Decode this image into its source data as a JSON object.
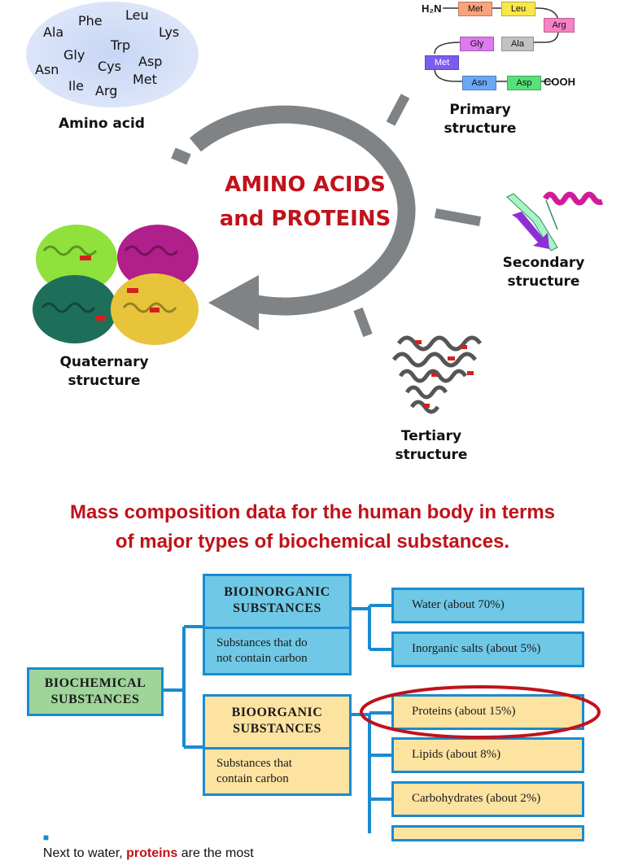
{
  "cycle": {
    "title_line1": "AMINO ACIDS",
    "title_line2": "and PROTEINS",
    "amino_acid_label": "Amino acid",
    "amino_acids": [
      "Phe",
      "Leu",
      "Ala",
      "Lys",
      "Trp",
      "Gly",
      "Asp",
      "Asn",
      "Cys",
      "Met",
      "Ile",
      "Arg"
    ],
    "primary": {
      "label_line1": "Primary",
      "label_line2": "structure",
      "n_terminus": "H₂N",
      "c_terminus": "COOH",
      "residues": [
        "Met",
        "Leu",
        "Arg",
        "Gly",
        "Ala",
        "Met",
        "Asn",
        "Asp"
      ]
    },
    "secondary": {
      "label_line1": "Secondary",
      "label_line2": "structure"
    },
    "tertiary": {
      "label_line1": "Tertiary",
      "label_line2": "structure"
    },
    "quaternary": {
      "label_line1": "Quaternary",
      "label_line2": "structure"
    }
  },
  "composition": {
    "heading_line1": "Mass composition data for the human body in terms",
    "heading_line2": "of major types of biochemical substances.",
    "root": {
      "line1": "BIOCHEMICAL",
      "line2": "SUBSTANCES"
    },
    "bioinorganic": {
      "title_line1": "BIOINORGANIC",
      "title_line2": "SUBSTANCES",
      "desc_line1": "Substances that do",
      "desc_line2": "not contain carbon",
      "items": [
        "Water (about 70%)",
        "Inorganic salts (about 5%)"
      ]
    },
    "bioorganic": {
      "title_line1": "BIOORGANIC",
      "title_line2": "SUBSTANCES",
      "desc_line1": "Substances that",
      "desc_line2": "contain carbon",
      "items": [
        "Proteins (about 15%)",
        "Lipids (about 8%)",
        "Carbohydrates (about 2%)"
      ]
    },
    "highlighted_item": "Proteins (about 15%)",
    "colors": {
      "box_border": "#1a8bd1",
      "inorganic_fill": "#6fc8e6",
      "organic_fill": "#fde3a0",
      "root_fill": "#9fd59a",
      "highlight": "#c0121a"
    }
  },
  "bullet": {
    "prefix": "Next to water, ",
    "emphasis": "proteins",
    "suffix": " are the most"
  }
}
